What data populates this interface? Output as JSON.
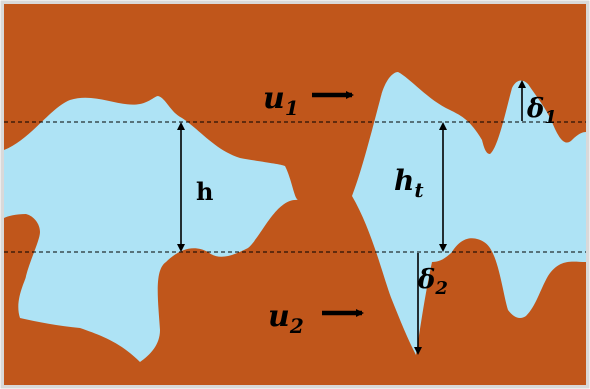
{
  "colors": {
    "solid": "#C0561B",
    "gap": "#AEE3F5",
    "line": "#000000",
    "frame": "#D9D9D9"
  },
  "labels": {
    "u1_main": "u",
    "u1_sub": "1",
    "u2_main": "u",
    "u2_sub": "2",
    "h": "h",
    "ht_main": "h",
    "ht_sub": "t",
    "delta1_main": "δ",
    "delta1_sub": "1",
    "delta2_main": "δ",
    "delta2_sub": "2"
  }
}
